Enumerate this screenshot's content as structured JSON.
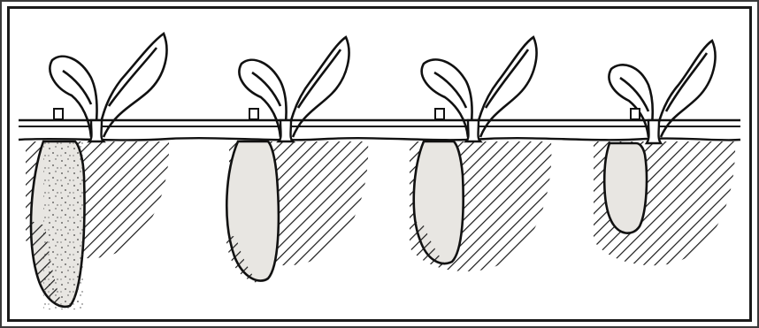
{
  "figure": {
    "panels": [
      {
        "id": "plant-1",
        "root": "long"
      },
      {
        "id": "plant-2",
        "root": "medium"
      },
      {
        "id": "plant-3",
        "root": "medium"
      },
      {
        "id": "plant-4",
        "root": "short"
      }
    ],
    "colors": {
      "ink": "#111111",
      "paper": "#ffffff",
      "root_fill": "#e8e6e2",
      "hatch": "#1a1a1a"
    }
  }
}
